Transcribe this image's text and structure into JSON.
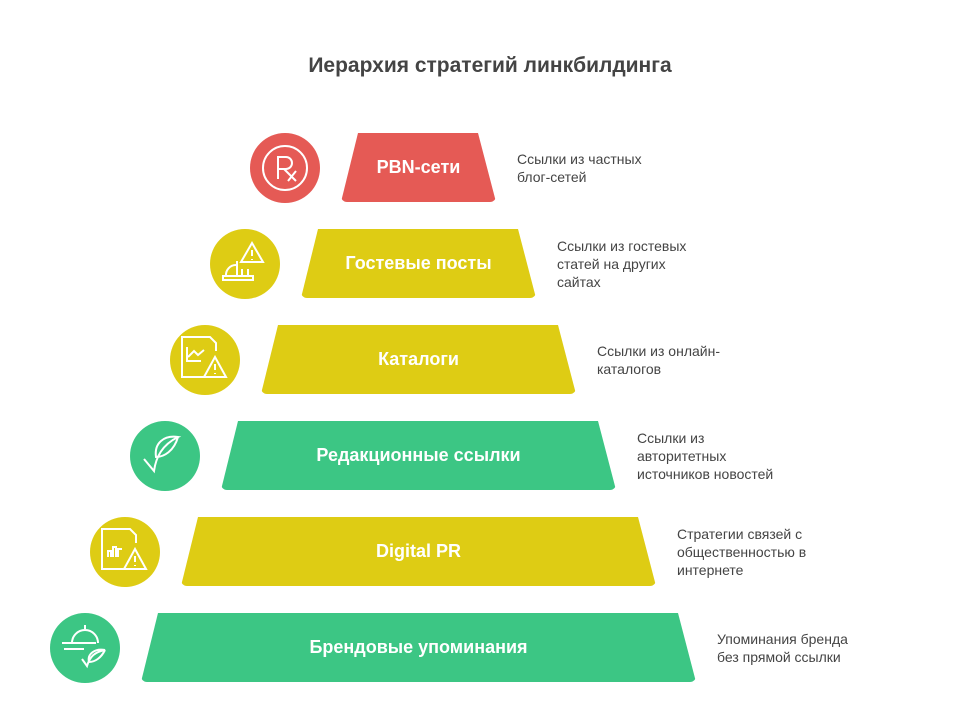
{
  "title": "Иерархия стратегий линкбилдинга",
  "colors": {
    "red": "#E55A55",
    "yellow": "#DECC14",
    "green": "#3CC684"
  },
  "tiers": [
    {
      "label": "PBN-сети",
      "description": "Ссылки из частных\nблог-сетей",
      "color": "#E55A55",
      "icon": "rx-icon"
    },
    {
      "label": "Гостевые посты",
      "description": "Ссылки из гостевых\nстатей на других\nсайтах",
      "color": "#DECC14",
      "icon": "warning-helmet-icon"
    },
    {
      "label": "Каталоги",
      "description": "Ссылки из онлайн-\nкаталогов",
      "color": "#DECC14",
      "icon": "document-chart-warning-icon"
    },
    {
      "label": "Редакционные ссылки",
      "description": "Ссылки из\nавторитетных\nисточников новостей",
      "color": "#3CC684",
      "icon": "leaf-check-icon"
    },
    {
      "label": "Digital PR",
      "description": "Стратегии связей с\nобщественностью в\nинтернете",
      "color": "#DECC14",
      "icon": "document-bars-warning-icon"
    },
    {
      "label": "Брендовые упоминания",
      "description": "Упоминания бренда\nбез прямой ссылки",
      "color": "#3CC684",
      "icon": "cloche-leaf-icon"
    }
  ]
}
